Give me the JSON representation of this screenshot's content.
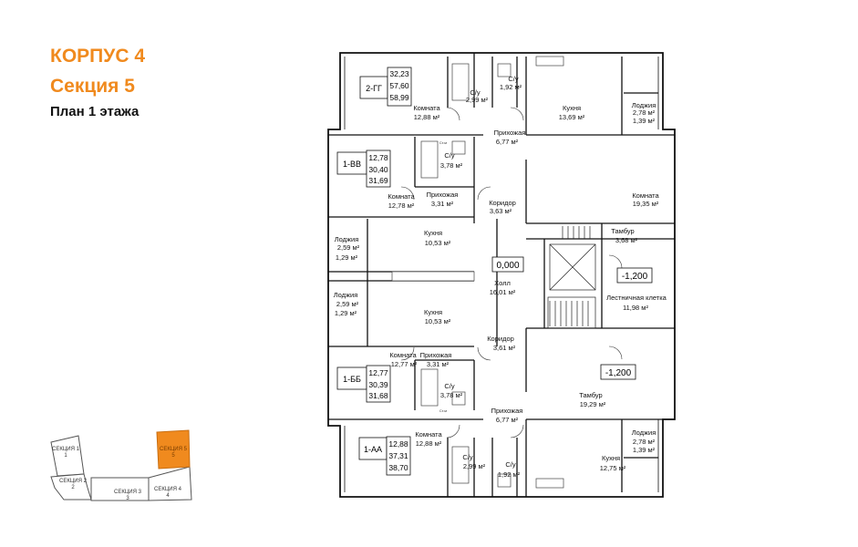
{
  "header": {
    "building": "КОРПУС 4",
    "section": "Секция 5",
    "plan": "План 1 этажа"
  },
  "colors": {
    "accent": "#f08a1e",
    "wall": "#111111",
    "wet_area": "#555555"
  },
  "apartments": [
    {
      "code": "2-ГГ",
      "living": "32,23",
      "total": "57,60",
      "total_with_loggia": "58,99"
    },
    {
      "code": "1-ВВ",
      "living": "12,78",
      "total": "30,40",
      "total_with_loggia": "31,69"
    },
    {
      "code": "1-ББ",
      "living": "12,77",
      "total": "30,39",
      "total_with_loggia": "31,68"
    },
    {
      "code": "1-АА",
      "living": "12,88",
      "total": "37,31",
      "total_with_loggia": "38,70"
    }
  ],
  "rooms": [
    {
      "name": "Комната",
      "area": "12,88 м²"
    },
    {
      "name": "С/у",
      "area": "2,99 м²"
    },
    {
      "name": "С/у",
      "area": "1,92 м²"
    },
    {
      "name": "Кухня",
      "area": "13,69 м²"
    },
    {
      "name": "Лоджия",
      "area": "2,78 м²",
      "area2": "1,39 м²"
    },
    {
      "name": "Прихожая",
      "area": "6,77 м²"
    },
    {
      "name": "С/у",
      "area": "3,78 м²"
    },
    {
      "name": "Комната",
      "area": "12,78 м²"
    },
    {
      "name": "Прихожая",
      "area": "3,31 м²"
    },
    {
      "name": "Коридор",
      "area": "3,63 м²"
    },
    {
      "name": "Комната",
      "area": "19,35 м²"
    },
    {
      "name": "Лоджия",
      "area": "2,59 м²",
      "area2": "1,29 м²"
    },
    {
      "name": "Кухня",
      "area": "10,53 м²"
    },
    {
      "name": "Тамбур",
      "area": "3,68 м²"
    },
    {
      "name": "Холл",
      "area": "16,01 м²"
    },
    {
      "name": "Лестничная клетка",
      "area": "11,98 м²"
    },
    {
      "name": "Лоджия",
      "area": "2,59 м²",
      "area2": "1,29 м²"
    },
    {
      "name": "Кухня",
      "area": "10,53 м²"
    },
    {
      "name": "Коридор",
      "area": "3,61 м²"
    },
    {
      "name": "Комната",
      "area": "12,77 м²"
    },
    {
      "name": "Прихожая",
      "area": "3,31 м²"
    },
    {
      "name": "С/у",
      "area": "3,78 м²"
    },
    {
      "name": "Тамбур",
      "area": "19,29 м²"
    },
    {
      "name": "Прихожая",
      "area": "6,77 м²"
    },
    {
      "name": "Комната",
      "area": "12,88 м²"
    },
    {
      "name": "С/у",
      "area": "2,99 м²"
    },
    {
      "name": "С/у",
      "area": "1,92 м²"
    },
    {
      "name": "Кухня",
      "area": "12,75 м²"
    },
    {
      "name": "Лоджия",
      "area": "2,78 м²",
      "area2": "1,39 м²"
    }
  ],
  "levels": {
    "floor": "0,000",
    "stair": "-1,200",
    "vestibule": "-1,200"
  },
  "fixture_label": "Ст.м",
  "key_plan": {
    "sections": [
      "СЕКЦИЯ 1",
      "СЕКЦИЯ 2",
      "СЕКЦИЯ 3",
      "СЕКЦИЯ 4",
      "СЕКЦИЯ 5"
    ],
    "highlighted": "СЕКЦИЯ 5"
  }
}
